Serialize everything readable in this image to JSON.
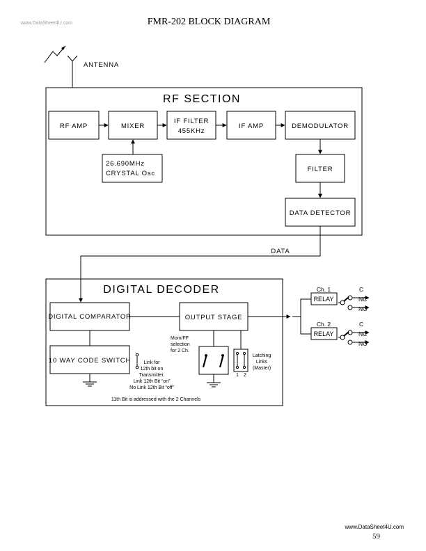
{
  "header": {
    "watermark": "www.DataSheet4U.com",
    "title": "FMR-202 BLOCK DIAGRAM"
  },
  "antenna": {
    "label": "ANTENNA"
  },
  "rf_section": {
    "title": "RF  SECTION",
    "blocks": {
      "rf_amp": "RF  AMP",
      "mixer": "MIXER",
      "if_filter_1": "IF FILTER",
      "if_filter_2": "455KHz",
      "if_amp": "IF  AMP",
      "demodulator": "DEMODULATOR",
      "crystal_1": "26.690MHz",
      "crystal_2": "CRYSTAL  Osc",
      "filter": "FILTER",
      "data_detector": "DATA  DETECTOR"
    }
  },
  "data_line": {
    "label": "DATA"
  },
  "digital_decoder": {
    "title": "DIGITAL  DECODER",
    "blocks": {
      "comparator": "DIGITAL COMPARATOR",
      "output_stage": "OUTPUT  STAGE",
      "code_switch": "10 WAY CODE SWITCH"
    },
    "notes": {
      "momff": [
        "Mom/FF",
        "selection",
        "for 2 Ch."
      ],
      "latching": [
        "Latching",
        "Links",
        "(Master)"
      ],
      "latch_pins": [
        "1",
        "2"
      ],
      "link12": [
        "Link for",
        "12th bit on",
        "Transmitter.",
        "Link 12th Bit “on”",
        "No Link 12th Bit “off”"
      ],
      "bit11": "11th Bit is addressed with the 2 Channels"
    }
  },
  "relays": [
    {
      "channel": "Ch. 1",
      "label": "RELAY",
      "contacts": [
        "C",
        "NC",
        "NO"
      ]
    },
    {
      "channel": "Ch. 2",
      "label": "RELAY",
      "contacts": [
        "C",
        "NC",
        "NO"
      ]
    }
  ],
  "footer": {
    "watermark": "www.DataSheet4U.com",
    "page_number": "59"
  }
}
